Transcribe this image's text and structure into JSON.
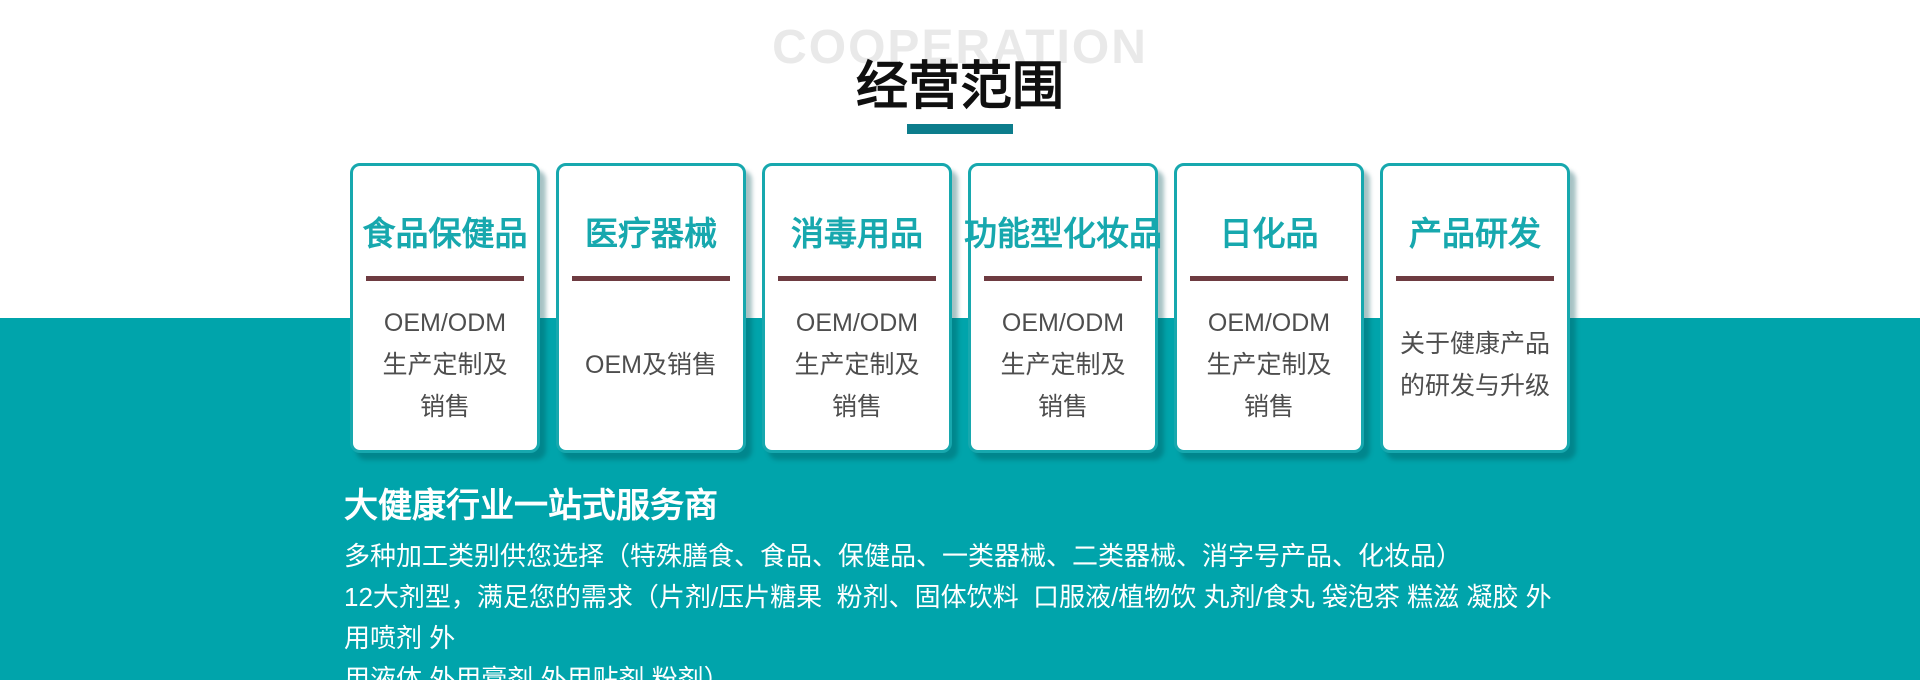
{
  "header": {
    "watermark": "COOPERATION",
    "title": "经营范围"
  },
  "cards": [
    {
      "title": "食品保健品",
      "body": "OEM/ODM\n生产定制及\n销售"
    },
    {
      "title": "医疗器械",
      "body": "OEM及销售"
    },
    {
      "title": "消毒用品",
      "body": "OEM/ODM\n生产定制及\n销售"
    },
    {
      "title": "功能型化妆品",
      "body": "OEM/ODM\n生产定制及\n销售"
    },
    {
      "title": "日化品",
      "body": "OEM/ODM\n生产定制及\n销售"
    },
    {
      "title": "产品研发",
      "body": "关于健康产品\n的研发与升级"
    }
  ],
  "bottom": {
    "heading": "大健康行业一站式服务商",
    "lines": [
      "多种加工类别供您选择（特殊膳食、食品、保健品、一类器械、二类器械、消字号产品、化妆品）",
      "12大剂型，满足您的需求（片剂/压片糖果  粉剂、固体饮料  口服液/植物饮 丸剂/食丸 袋泡茶 糕滋 凝胶 外用喷剂 外",
      "用液体 外用膏剂 外用贴剂 粉剂）"
    ]
  },
  "colors": {
    "teal_band": "#00A4AB",
    "accent_teal": "#17A8AE",
    "title_underline_teal": "#0D7D8C",
    "card_divider_maroon": "#6E3B41",
    "card_body_gray": "#4E4E4E",
    "watermark_gray": "#E9E9E9",
    "section_title_black": "#0F0F0F",
    "bottom_text_white": "#FFFFFF"
  }
}
